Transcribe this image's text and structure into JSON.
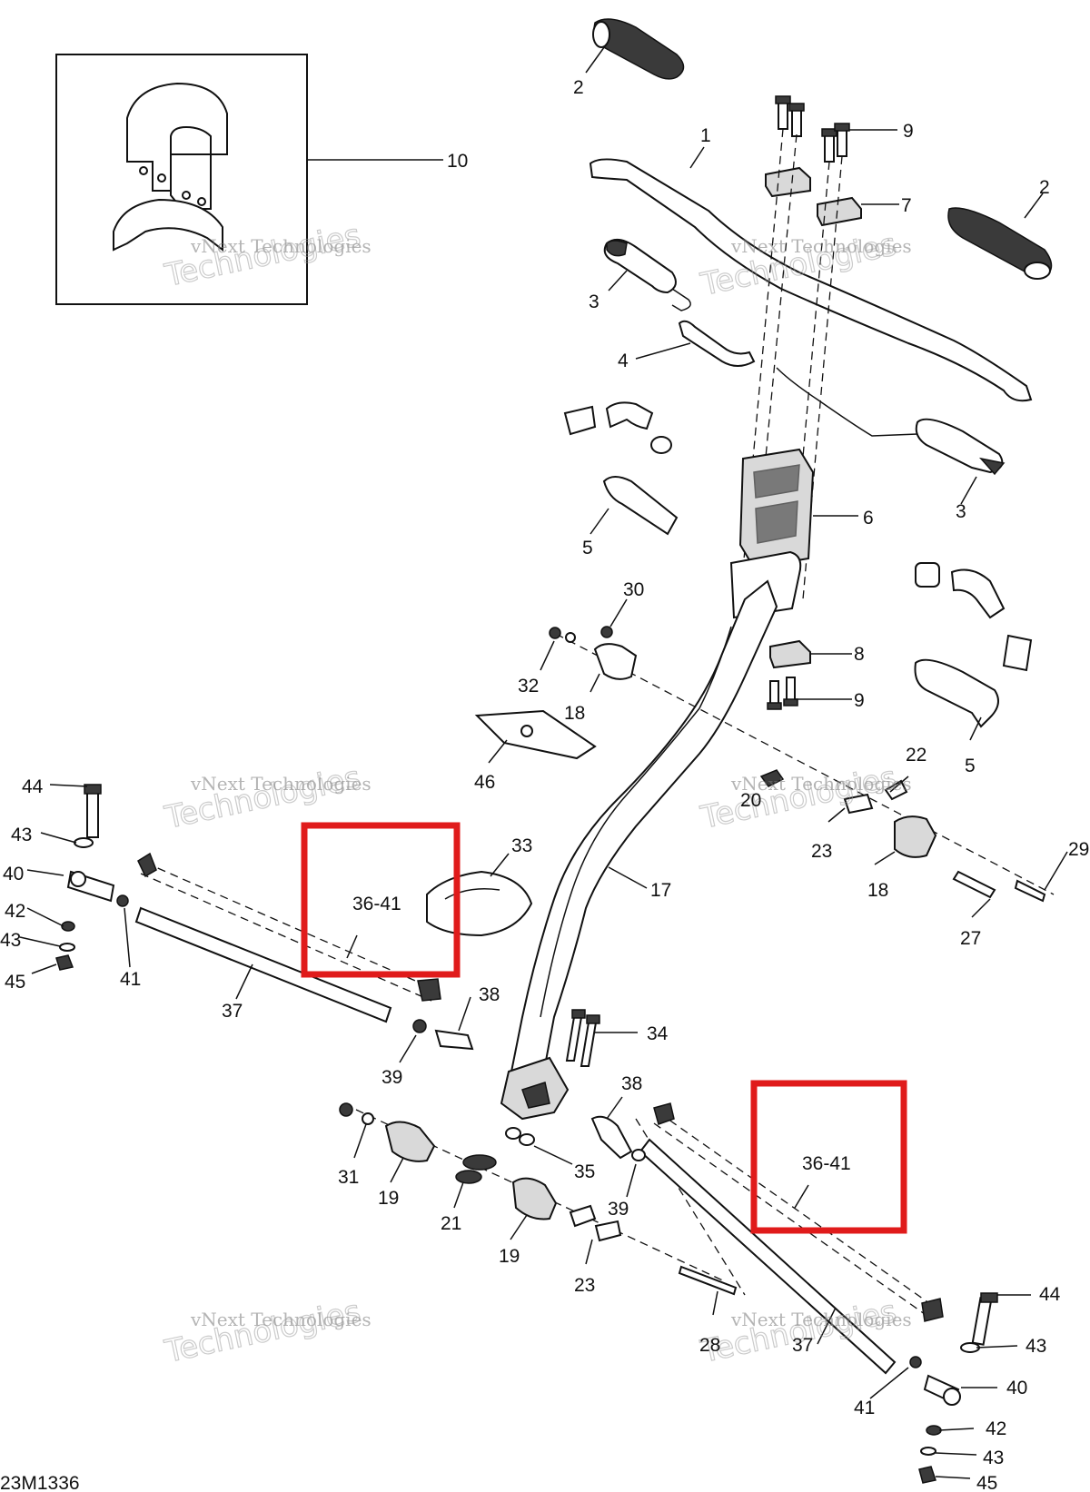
{
  "diagram": {
    "code": "23M1336",
    "watermark_line1": "vNext Technologies",
    "watermark_line2": "Technologies",
    "callouts": {
      "c1": "1",
      "c2a": "2",
      "c2b": "2",
      "c3a": "3",
      "c3b": "3",
      "c4": "4",
      "c5a": "5",
      "c5b": "5",
      "c6": "6",
      "c7": "7",
      "c8": "8",
      "c9a": "9",
      "c9b": "9",
      "c10": "10",
      "c17": "17",
      "c18a": "18",
      "c18b": "18",
      "c19a": "19",
      "c19b": "19",
      "c20": "20",
      "c21": "21",
      "c22": "22",
      "c23a": "23",
      "c23b": "23",
      "c27": "27",
      "c28": "28",
      "c29": "29",
      "c30": "30",
      "c31": "31",
      "c32": "32",
      "c33": "33",
      "c34": "34",
      "c35": "35",
      "c36a": "36-41",
      "c36b": "36-41",
      "c37a": "37",
      "c37b": "37",
      "c38a": "38",
      "c38b": "38",
      "c39a": "39",
      "c39b": "39",
      "c40a": "40",
      "c40b": "40",
      "c41a": "41",
      "c41b": "41",
      "c42a": "42",
      "c42b": "42",
      "c43a": "43",
      "c43b": "43",
      "c43c": "43",
      "c43d": "43",
      "c44a": "44",
      "c44b": "44",
      "c45a": "45",
      "c45b": "45",
      "c46": "46"
    },
    "colors": {
      "highlight": "#e01b1b",
      "line": "#111111"
    }
  }
}
